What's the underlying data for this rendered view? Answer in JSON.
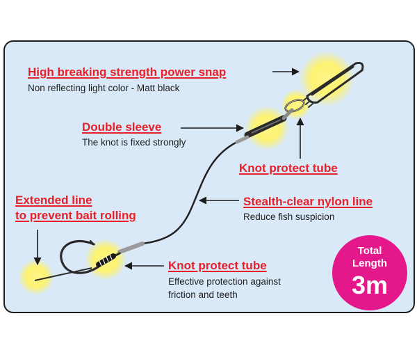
{
  "callouts": {
    "snap": {
      "title": "High breaking strength power snap",
      "subtitle": "Non reflecting light color - Matt black"
    },
    "sleeve": {
      "title": "Double sleeve",
      "subtitle": "The knot is fixed strongly"
    },
    "knot_tube_top": {
      "title": "Knot protect tube"
    },
    "extended_line": {
      "title_line1": "Extended line",
      "title_line2": "to prevent bait rolling"
    },
    "nylon_line": {
      "title": "Stealth-clear nylon line",
      "subtitle": "Reduce fish suspicion"
    },
    "knot_tube_bottom": {
      "title": "Knot protect tube",
      "subtitle_line1": "Effective protection against",
      "subtitle_line2": "friction and teeth"
    }
  },
  "badge": {
    "line1": "Total",
    "line2": "Length",
    "value": "3m"
  },
  "colors": {
    "panel_bg": "#d9e9f8",
    "title_red": "#e8202a",
    "badge_magenta": "#e4178b",
    "glow_yellow": "#fff36a"
  }
}
